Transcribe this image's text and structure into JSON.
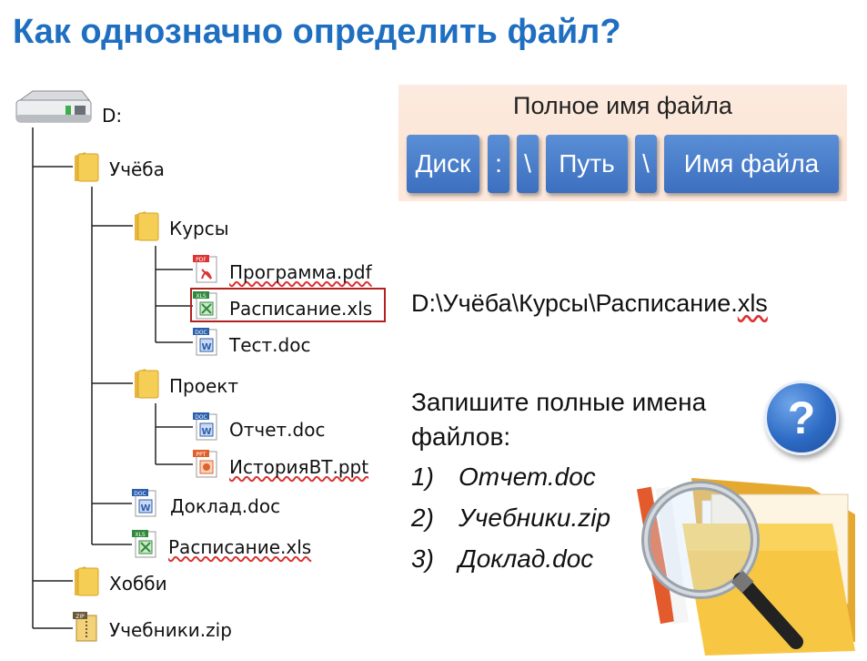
{
  "title": "Как однозначно определить файл?",
  "tree": {
    "drive": "D:",
    "nodes": {
      "ucheba": "Учёба",
      "kursy": "Курсы",
      "programma": "Программа.pdf",
      "raspisanie1": "Расписание.xls",
      "test": "Тест.doc",
      "proekt": "Проект",
      "otchet": "Отчет.doc",
      "istoria": "ИсторияВТ.ppt",
      "doklad": "Доклад.doc",
      "raspisanie2": "Расписание.xls",
      "hobbi": "Хобби",
      "uchebniki": "Учебники.zip"
    },
    "icon_badges": {
      "pdf": "PDF",
      "xls": "XLS",
      "doc": "DOC",
      "ppt": "PPT",
      "zip": "ZIP"
    }
  },
  "panel": {
    "title": "Полное имя файла",
    "segments": [
      "Диск",
      ":",
      "\\",
      "Путь",
      "\\",
      "Имя файла"
    ]
  },
  "full_path_example": {
    "prefix": "D:\\Учёба\\Курсы\\Расписание.",
    "ext": "xls"
  },
  "task": {
    "prompt": "Запишите полные имена файлов:",
    "items": [
      {
        "num": "1)",
        "text": "Отчет.doc"
      },
      {
        "num": "2)",
        "text": "Учебники.zip"
      },
      {
        "num": "3)",
        "text": "Доклад.doc"
      }
    ],
    "badge": "?"
  },
  "colors": {
    "title": "#1f6fc1",
    "segment": "#3c6fbf",
    "panel_bg": "#fde5d4",
    "selection": "#b3201f"
  }
}
